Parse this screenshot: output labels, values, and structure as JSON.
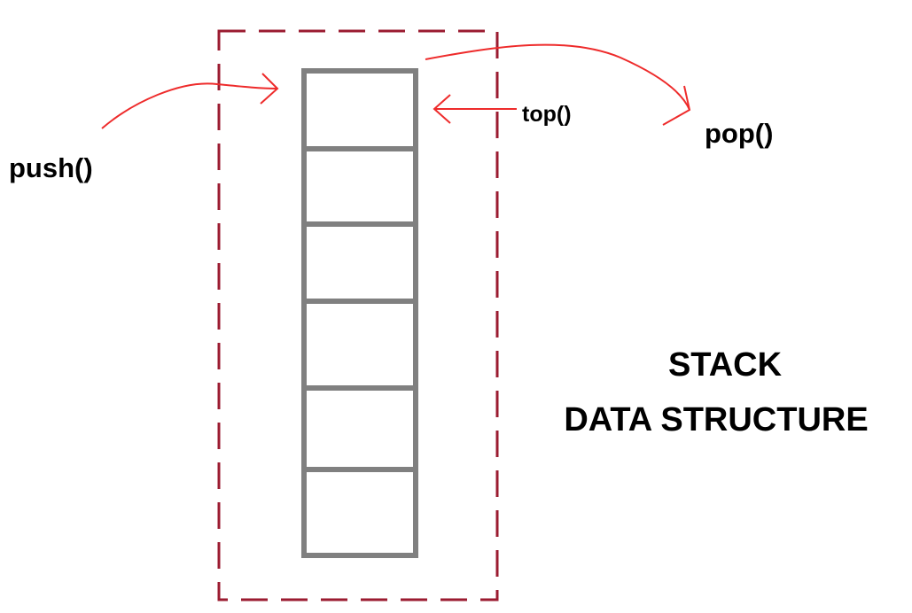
{
  "labels": {
    "push": "push()",
    "pop": "pop()",
    "top": "top()",
    "title_line1": "STACK",
    "title_line2": "DATA STRUCTURE"
  },
  "stack": {
    "slot_count": 6
  },
  "colors": {
    "container_border": "#9b1b30",
    "cell_border": "#808080",
    "arrow": "#ee2b2b",
    "text": "#000000"
  }
}
